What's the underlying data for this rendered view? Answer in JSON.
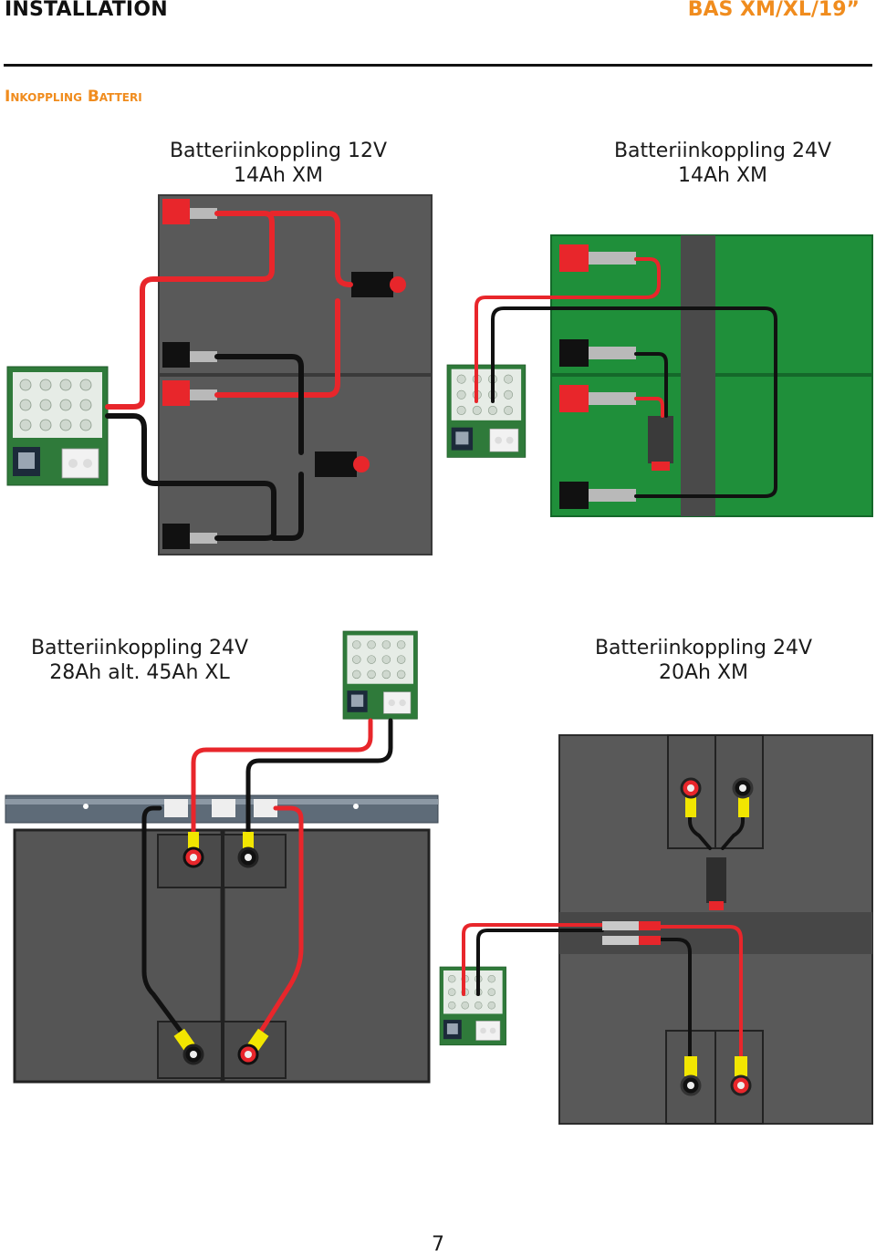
{
  "header": {
    "left": "INSTALLATION",
    "right": "BAS XM/XL/19”"
  },
  "section_title": "Inkoppling Batteri",
  "diagrams": [
    {
      "title_line1": "Batteriinkoppling 12V",
      "title_line2": "14Ah XM"
    },
    {
      "title_line1": "Batteriinkoppling 24V",
      "title_line2": "14Ah XM"
    },
    {
      "title_line1": "Batteriinkoppling 24V",
      "title_line2": "28Ah alt. 45Ah XL"
    },
    {
      "title_line1": "Batteriinkoppling 24V",
      "title_line2": "20Ah XM"
    }
  ],
  "colors": {
    "accent": "#f08c1e",
    "wire_red": "#e8262b",
    "wire_black": "#111111",
    "battery_grey": "#5a5a5a",
    "battery_green": "#1f8f3a",
    "pcb_green": "#2f7a3a"
  },
  "page_number": "7"
}
